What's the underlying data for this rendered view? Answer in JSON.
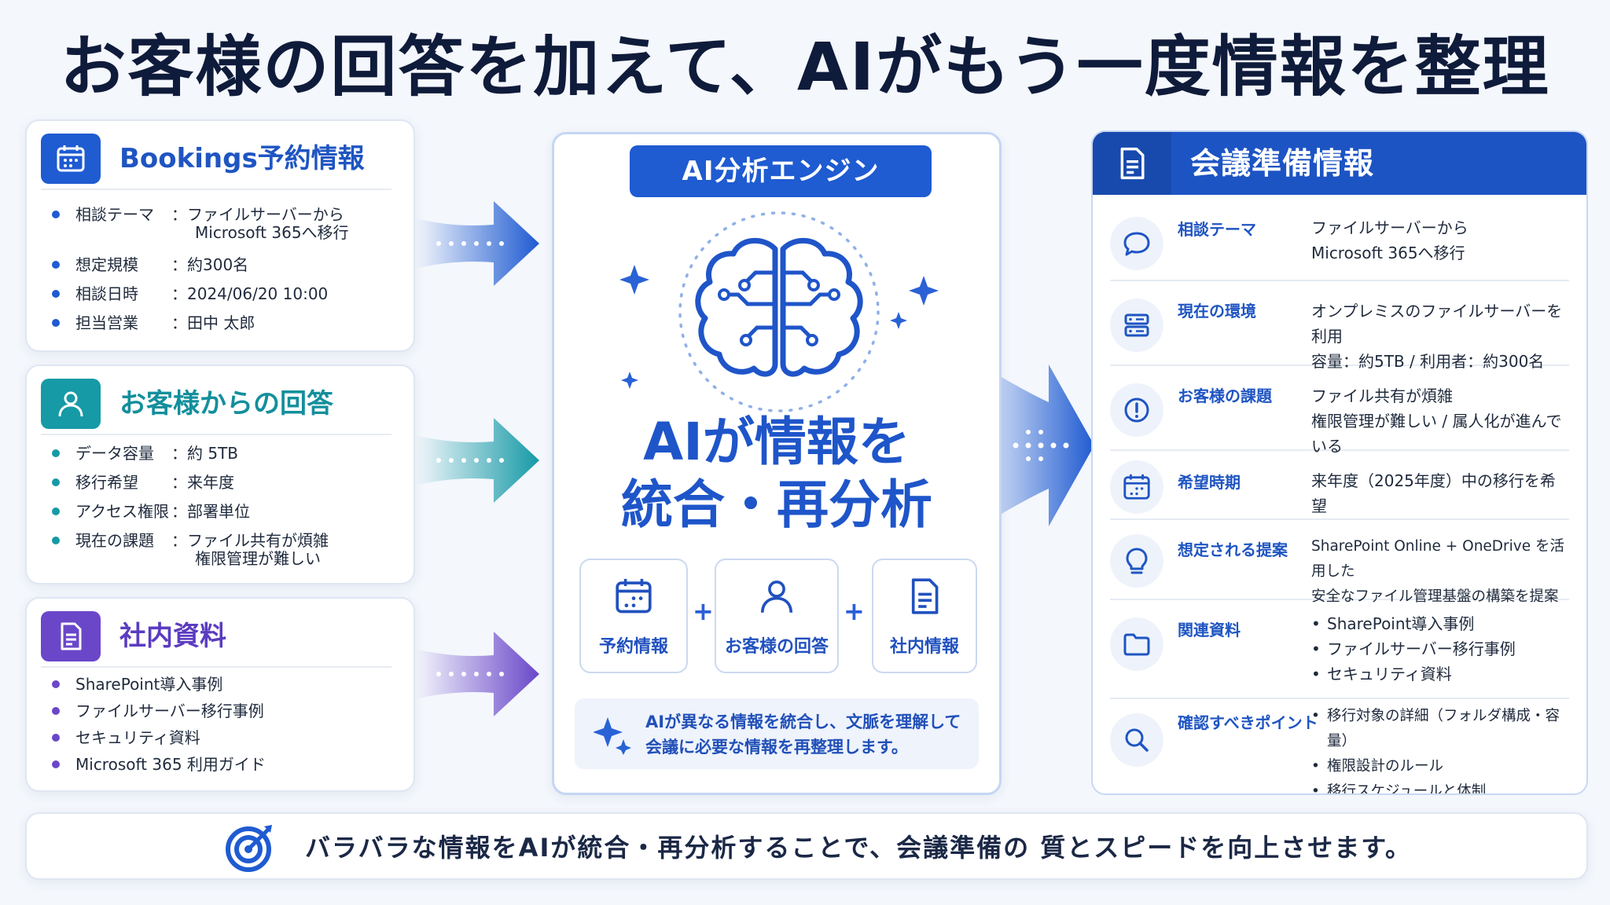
{
  "title": "お客様の回答を加えて、AIがもう一度情報を整理",
  "colors": {
    "blue": "#1f5bd1",
    "teal": "#169aa6",
    "purple": "#6a47c9",
    "navy": "#0f1b3a"
  },
  "left_cards": [
    {
      "title": "Bookings予約情報",
      "icon": "calendar-icon",
      "items": [
        {
          "key": "相談テーマ",
          "sep": "：",
          "value": "ファイルサーバーから",
          "value2": "Microsoft 365へ移行"
        },
        {
          "key": "想定規模",
          "sep": "：",
          "value": "約300名"
        },
        {
          "key": "相談日時",
          "sep": "：",
          "value": "2024/06/20 10:00"
        },
        {
          "key": "担当営業",
          "sep": "：",
          "value": "田中 太郎"
        }
      ]
    },
    {
      "title": "お客様からの回答",
      "icon": "person-icon",
      "items": [
        {
          "key": "データ容量",
          "sep": "：",
          "value": "約 5TB"
        },
        {
          "key": "移行希望",
          "sep": "：",
          "value": "来年度"
        },
        {
          "key": "アクセス権限",
          "sep": "：",
          "value": "部署単位"
        },
        {
          "key": "現在の課題",
          "sep": "：",
          "value": "ファイル共有が煩雑",
          "value2": "権限管理が難しい"
        }
      ]
    },
    {
      "title": "社内資料",
      "icon": "document-icon",
      "items": [
        "SharePoint導入事例",
        "ファイルサーバー移行事例",
        "セキュリティ資料",
        "Microsoft 365 利用ガイド"
      ]
    }
  ],
  "center": {
    "badge": "AI分析エンジン",
    "headline_1": "AIが情報を",
    "headline_2": "統合・再分析",
    "boxes": [
      "予約情報",
      "お客様の回答",
      "社内情報"
    ],
    "plus": "+",
    "note_1": "AIが異なる情報を統合し、文脈を理解して",
    "note_2": "会議に必要な情報を再整理します。"
  },
  "right": {
    "title": "会議準備情報",
    "rows": [
      {
        "label": "相談テーマ",
        "lines": [
          "ファイルサーバーから",
          "Microsoft 365へ移行"
        ]
      },
      {
        "label": "現在の環境",
        "lines": [
          "オンプレミスのファイルサーバーを利用",
          "容量：約5TB / 利用者：約300名"
        ]
      },
      {
        "label": "お客様の課題",
        "lines": [
          "ファイル共有が煩雑",
          "権限管理が難しい / 属人化が進んでいる"
        ]
      },
      {
        "label": "希望時期",
        "lines": [
          "来年度（2025年度）中の移行を希望"
        ]
      },
      {
        "label": "想定される提案",
        "lines": [
          "SharePoint Online + OneDrive を活用した",
          "安全なファイル管理基盤の構築を提案"
        ]
      },
      {
        "label": "関連資料",
        "lines": [
          "SharePoint導入事例",
          "ファイルサーバー移行事例",
          "セキュリティ資料"
        ]
      },
      {
        "label": "確認すべきポイント",
        "lines": [
          "移行対象の詳細（フォルダ構成・容量）",
          "権限設計のルール",
          "移行スケジュールと体制"
        ]
      }
    ]
  },
  "footer": "バラバラな情報をAIが統合・再分析することで、会議準備の 質とスピードを向上させます。"
}
